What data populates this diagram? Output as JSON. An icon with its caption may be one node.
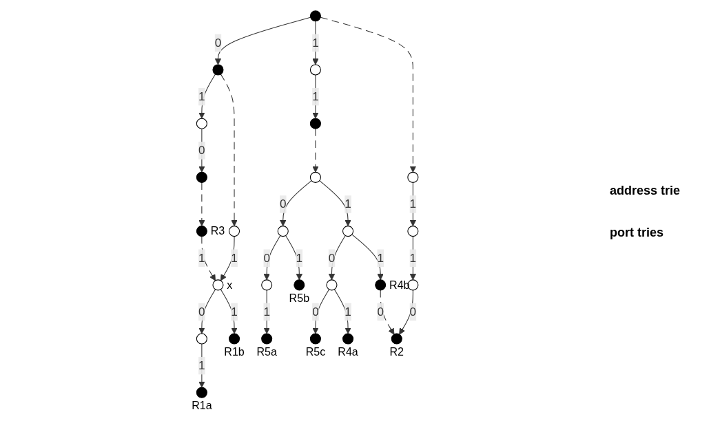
{
  "diagram": {
    "nodes": [
      {
        "text": [],
        "shape": "circle"
      },
      {
        "text": [],
        "shape": "circle"
      },
      {
        "text": [],
        "shape": "circle"
      },
      {
        "text": [],
        "shape": "circle"
      },
      {
        "text": [],
        "shape": "circle"
      },
      {
        "text": [],
        "shape": "circle"
      },
      {
        "text": [],
        "shape": "circle",
        "beside": [
          "R3"
        ]
      },
      {
        "text": [],
        "shape": "circle"
      },
      {
        "text": [],
        "shape": "circle",
        "beside": [
          "x"
        ]
      },
      {
        "text": [],
        "shape": "circle"
      },
      {
        "text": [],
        "shape": "circle",
        "beside": [
          "R1b"
        ]
      },
      {
        "text": [],
        "shape": "circle",
        "beside": [
          "R1a"
        ]
      },
      {
        "text": [],
        "shape": "circle"
      },
      {
        "text": [],
        "shape": "circle"
      },
      {
        "text": [],
        "shape": "circle"
      },
      {
        "text": [],
        "shape": "circle",
        "beside": [
          "R2"
        ]
      },
      {
        "text": [],
        "shape": "circle"
      },
      {
        "text": [],
        "shape": "circle"
      },
      {
        "text": [],
        "shape": "circle"
      },
      {
        "text": [],
        "shape": "circle"
      },
      {
        "text": [],
        "shape": "circle",
        "beside": [
          "R5b"
        ]
      },
      {
        "text": [],
        "shape": "circle"
      },
      {
        "text": [],
        "shape": "circle",
        "beside": [
          "R4b"
        ]
      },
      {
        "text": [],
        "shape": "circle",
        "beside": [
          "R5a"
        ]
      },
      {
        "text": [],
        "shape": "circle",
        "beside": [
          "R5c"
        ]
      },
      {
        "text": [],
        "shape": "circle",
        "beside": [
          "R4a"
        ]
      }
    ],
    "edges": [
      {
        "from": 0,
        "to": 1,
        "arrow": "to",
        "label": "0"
      },
      {
        "from": 0,
        "to": 2,
        "arrow": "to",
        "label": "1"
      },
      {
        "from": 1,
        "to": 3,
        "arrow": "to",
        "label": "1"
      },
      {
        "from": 2,
        "to": 4,
        "arrow": "to",
        "label": "1"
      },
      {
        "from": 3,
        "to": 5,
        "arrow": "to",
        "label": "0"
      },
      {
        "from": 5,
        "to": 6,
        "arrow": "to",
        "style": "dashed"
      },
      {
        "from": 1,
        "to": 7,
        "arrow": "to",
        "style": "dashed"
      },
      {
        "from": 0,
        "to": 12,
        "arrow": "to",
        "style": "dashed"
      },
      {
        "from": 4,
        "to": 16,
        "arrow": "to",
        "style": "dashed"
      },
      {
        "from": 6,
        "to": 8,
        "arrow": "to",
        "label": "1",
        "style": "dashed"
      },
      {
        "from": 7,
        "to": 8,
        "arrow": "to",
        "label": "1"
      },
      {
        "from": 8,
        "to": 9,
        "arrow": "to",
        "label": "0"
      },
      {
        "from": 8,
        "to": 10,
        "arrow": "to",
        "label": "1"
      },
      {
        "from": 9,
        "to": 11,
        "arrow": "to",
        "label": "1"
      },
      {
        "from": 12,
        "to": 13,
        "arrow": "to",
        "label": "1"
      },
      {
        "from": 13,
        "to": 14,
        "arrow": "to",
        "label": "1"
      },
      {
        "from": 14,
        "to": 15,
        "arrow": "to",
        "label": "0"
      },
      {
        "from": 16,
        "to": 17,
        "arrow": "to",
        "label": "0"
      },
      {
        "from": 16,
        "to": 18,
        "arrow": "to",
        "label": "1"
      },
      {
        "from": 17,
        "to": 19,
        "arrow": "to",
        "label": "0"
      },
      {
        "from": 17,
        "to": 20,
        "arrow": "to",
        "label": "1"
      },
      {
        "from": 18,
        "to": 21,
        "arrow": "to",
        "label": "0"
      },
      {
        "from": 18,
        "to": 22,
        "arrow": "to",
        "label": "1"
      },
      {
        "from": 19,
        "to": 23,
        "arrow": "to",
        "label": "1"
      },
      {
        "from": 21,
        "to": 24,
        "arrow": "to",
        "label": "0"
      },
      {
        "from": 21,
        "to": 25,
        "arrow": "to",
        "label": "1"
      },
      {
        "from": 22,
        "to": 15,
        "arrow": "to",
        "label": "0",
        "style": "dashed"
      }
    ],
    "labels": [
      "address trie",
      "port tries"
    ]
  }
}
